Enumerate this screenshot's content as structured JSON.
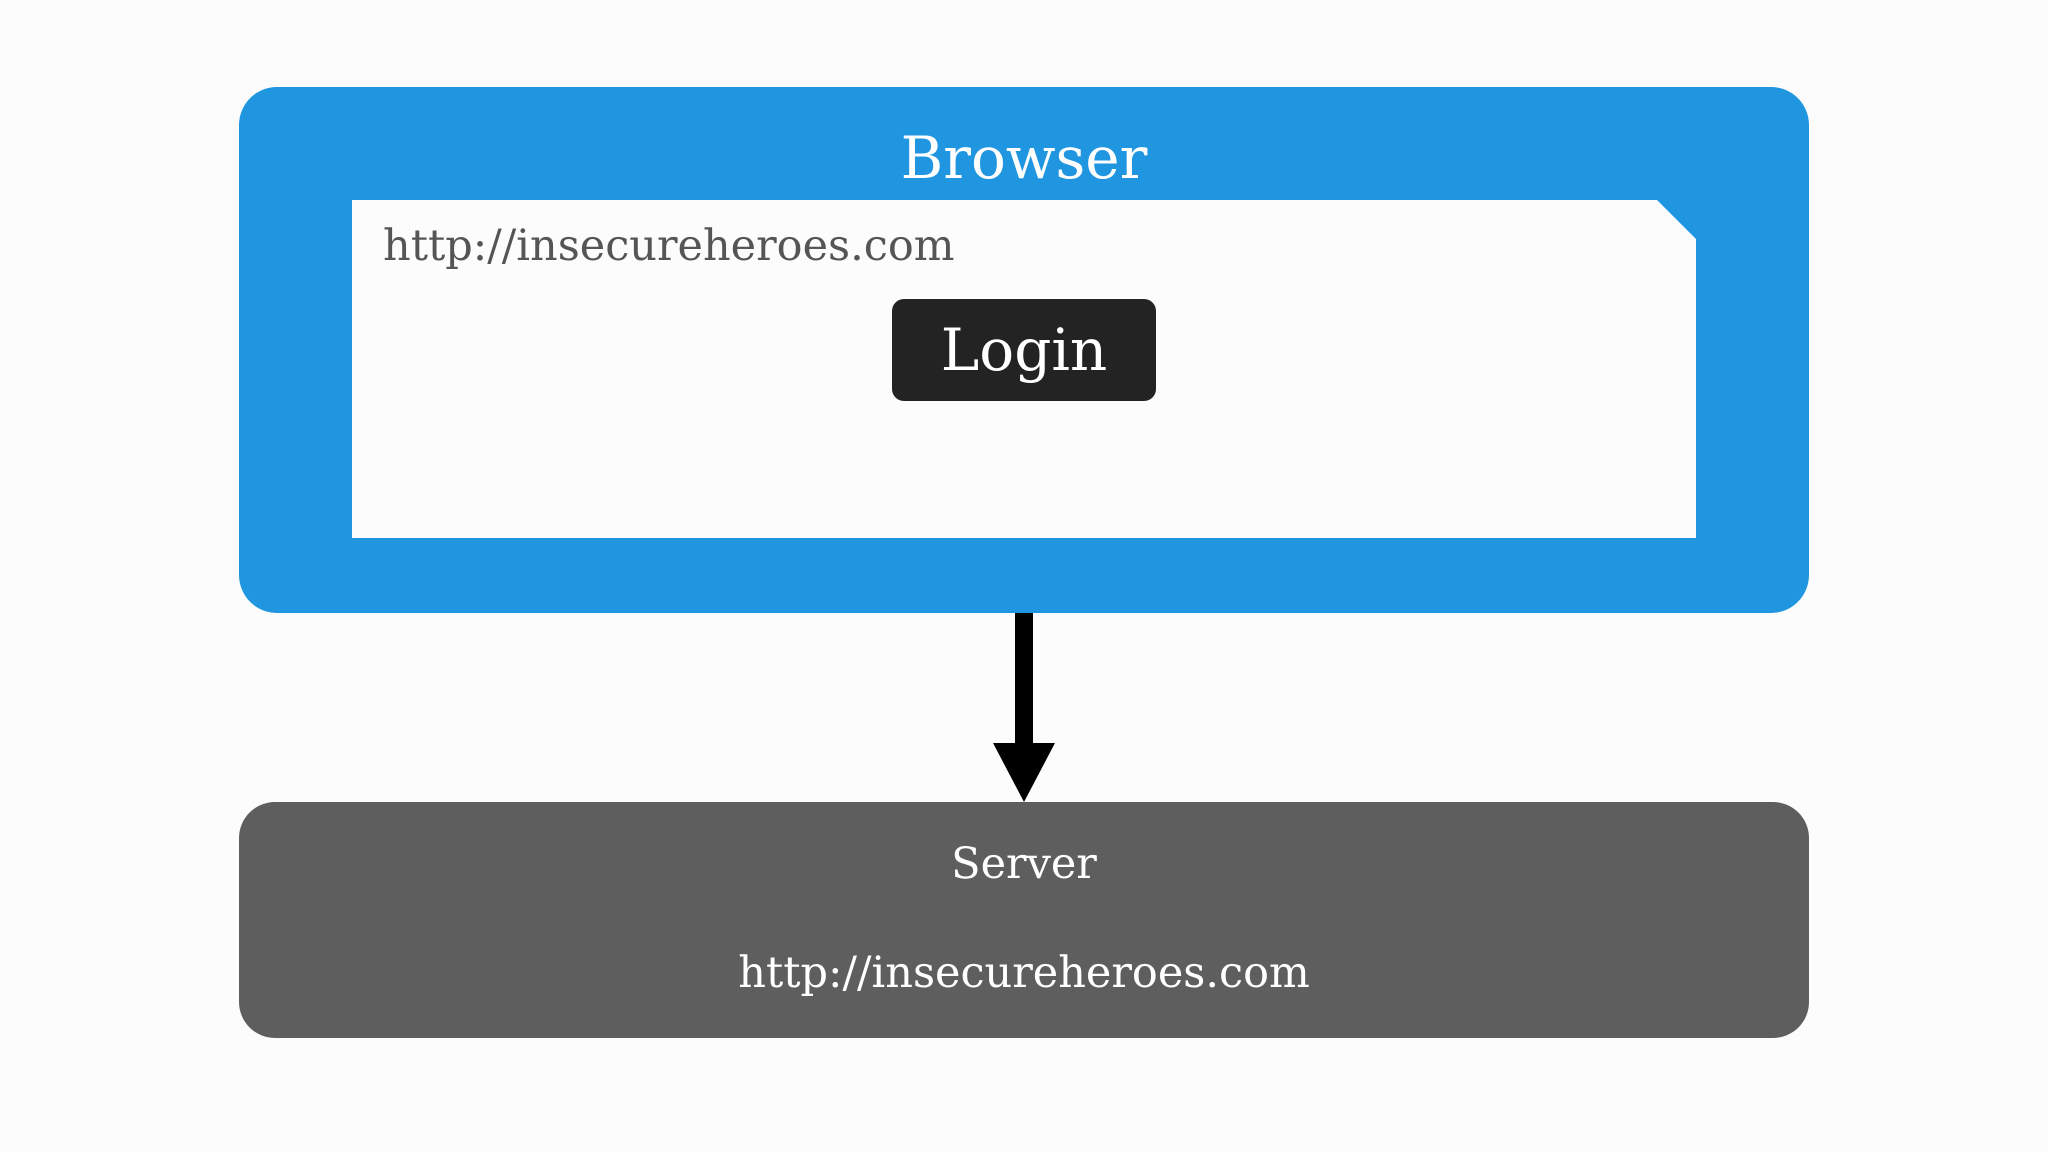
{
  "browser": {
    "title": "Browser",
    "address": "http://insecureheroes.com",
    "button_label": "Login"
  },
  "server": {
    "title": "Server",
    "url": "http://insecureheroes.com"
  },
  "colors": {
    "browser_frame": "#2196e0",
    "server_box": "#5f5e5f",
    "button": "#232323",
    "arrow": "#000000"
  },
  "icons": {
    "connector": "down-arrow-icon"
  }
}
